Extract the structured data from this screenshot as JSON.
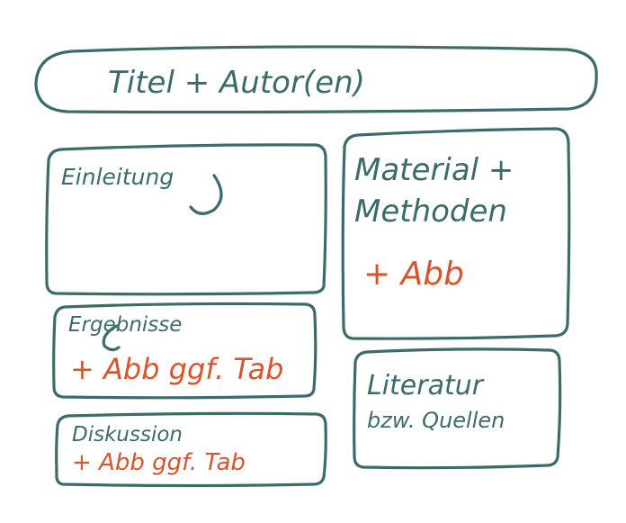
{
  "colors": {
    "ink": "#3d6b6b",
    "accent": "#d9542b",
    "background": "#ffffff"
  },
  "sections": {
    "title": {
      "label": "Titel + Autor(en)"
    },
    "introduction": {
      "label": "Einleitung"
    },
    "methods": {
      "label_line1": "Material +",
      "label_line2": "Methoden",
      "note": "+ Abb"
    },
    "results": {
      "label": "Ergebnisse",
      "note": "+ Abb ggf. Tab"
    },
    "discussion": {
      "label": "Diskussion",
      "note": "+ Abb ggf. Tab"
    },
    "references": {
      "label_line1": "Literatur",
      "label_line2": "bzw. Quellen"
    }
  }
}
